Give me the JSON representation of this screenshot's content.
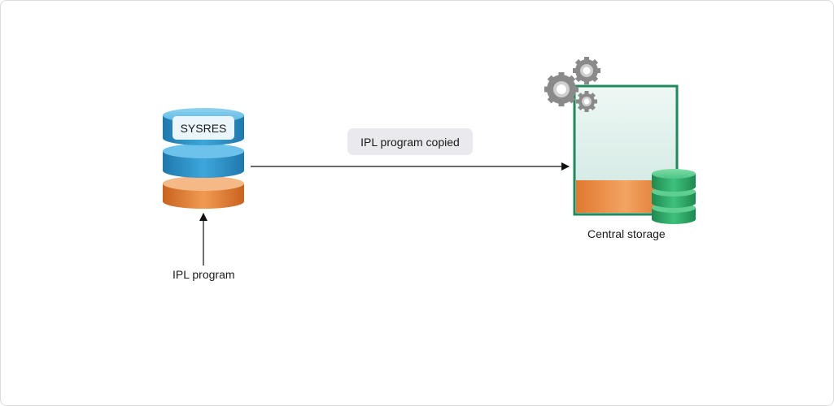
{
  "diagram": {
    "source_disk_label": "SYSRES",
    "arrow_label": "IPL program copied",
    "source_caption": "IPL program",
    "target_caption": "Central storage"
  },
  "icons": {
    "sysres_disk": "database-stack-icon",
    "gears": "gears-icon",
    "storage_database": "database-icon"
  },
  "colors": {
    "disk_blue": "#2f93c9",
    "disk_orange": "#e0792f",
    "storage_border": "#1f8a5c",
    "storage_fill": "#dff0ec",
    "database_green": "#2fae6a",
    "gear_gray": "#8a8a8a",
    "pill_bg": "#e9e9ee"
  }
}
